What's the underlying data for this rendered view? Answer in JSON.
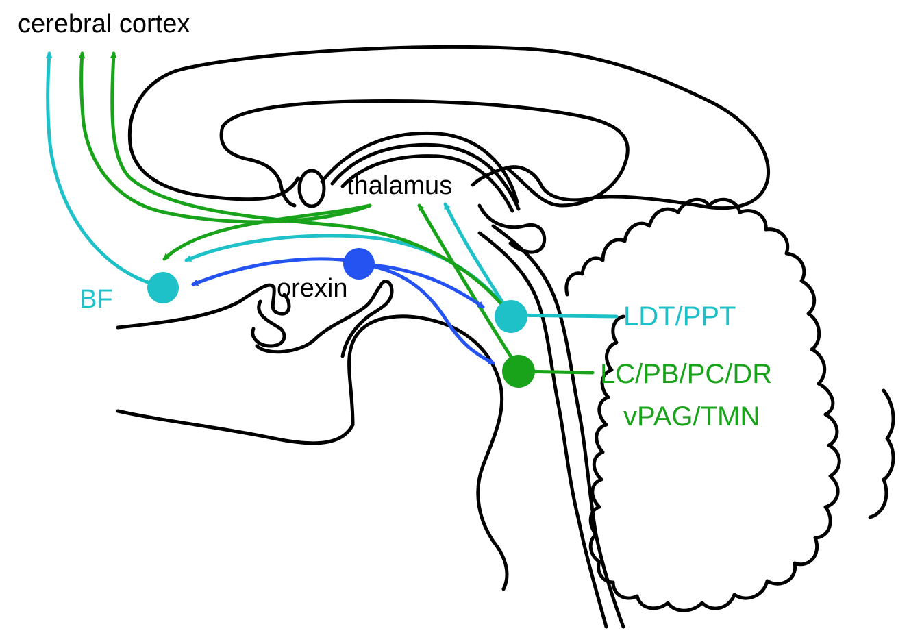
{
  "labels": {
    "cortex": "cerebral cortex",
    "thalamus": "thalamus",
    "orexin": "orexin",
    "bf": "BF",
    "ldt": "LDT/PPT",
    "lc_line1": "LC/PB/PC/DR",
    "lc_line2": "vPAG/TMN"
  },
  "colors": {
    "outline": "#000000",
    "cyan": "#1ec1c8",
    "green": "#19a31b",
    "blue": "#2453f2"
  }
}
